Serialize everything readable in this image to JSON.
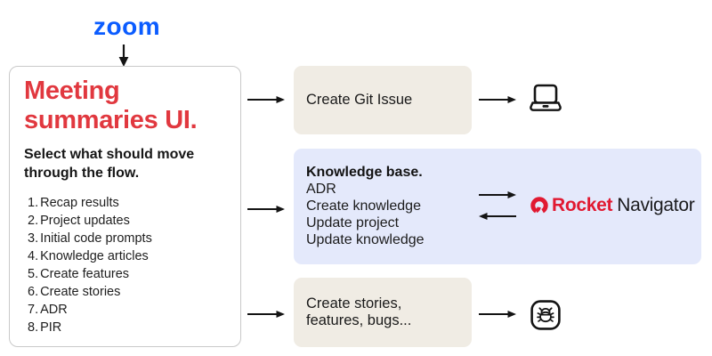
{
  "zoom_logo": {
    "text": "zoom"
  },
  "flow_source": {
    "title": "Meeting summaries UI.",
    "subtitle": "Select what should move through the flow.",
    "items": [
      "Recap results",
      "Project updates",
      "Initial code prompts",
      "Knowledge articles",
      "Create features",
      "Create stories",
      "ADR",
      "PIR"
    ]
  },
  "git_row": {
    "label": "Create Git Issue",
    "target_icon": "laptop-icon"
  },
  "knowledge_row": {
    "title": "Knowledge base.",
    "items": [
      "ADR",
      "Create knowledge",
      "Update project",
      "Update knowledge"
    ],
    "target_brand": "Rocket",
    "target_product": "Navigator",
    "target_icon": "rocket-icon"
  },
  "stories_row": {
    "label_line1": "Create stories,",
    "label_line2": "features, bugs...",
    "target_icon": "bug-icon"
  },
  "colors": {
    "ink": "#141414",
    "title_red": "#E1383F",
    "rocket_red": "#E11931",
    "zoom_blue": "#0B5CFF",
    "beige": "#F0ECE4",
    "light_blue": "#E4E9FB",
    "panel_border": "#C9C9C9"
  }
}
